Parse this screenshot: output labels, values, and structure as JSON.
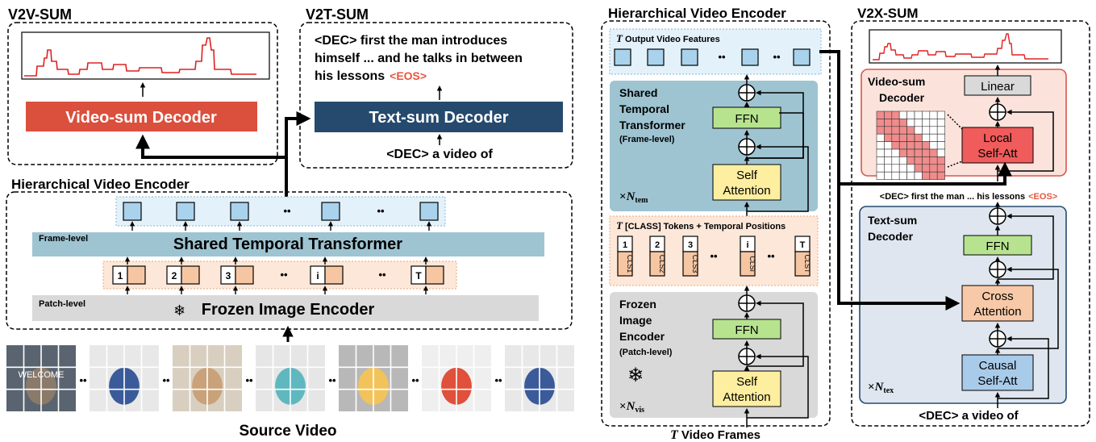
{
  "left": {
    "v2v": {
      "title": "V2V-SUM",
      "decoder": "Video-sum Decoder"
    },
    "v2t": {
      "title": "V2T-SUM",
      "text_line1": "<DEC> first the man introduces",
      "text_line2": "himself ... and he talks in between",
      "text_line3": "his lessons",
      "eos": "<EOS>",
      "decoder": "Text-sum Decoder",
      "prompt": "<DEC> a video of"
    },
    "encoder": {
      "title": "Hierarchical Video Encoder",
      "frame_level": "Frame-level",
      "temporal": "Shared Temporal Transformer",
      "patch_level": "Patch-level",
      "snowflake": "❄",
      "image_encoder": "Frozen Image Encoder",
      "tokens": [
        "1",
        "2",
        "3",
        "i",
        "T"
      ],
      "dots": "••"
    },
    "source": "Source Video",
    "frame_text": "WELCOME"
  },
  "middle": {
    "title": "Hierarchical Video Encoder",
    "out_T": "T",
    "output_label": " Output Video Features",
    "temporal_block": [
      "Shared",
      "Temporal",
      "Transformer"
    ],
    "frame_level": "(Frame-level)",
    "ffn": "FFN",
    "self_att": [
      "Self",
      "Attention"
    ],
    "n_tem_x": "×",
    "n_tem_N": "N",
    "n_tem_sub": "tem",
    "cls_T": "T",
    "cls_label": " [CLASS] Tokens + Temporal Positions",
    "cls_tokens": [
      "1",
      "2",
      "3",
      "i",
      "T"
    ],
    "cls_subs": [
      "1",
      "2",
      "3",
      "i",
      "T"
    ],
    "cls_word": "CLS",
    "image_block": [
      "Frozen",
      "Image",
      "Encoder"
    ],
    "patch_level": "(Patch-level)",
    "snowflake": "❄",
    "n_vis_x": "×",
    "n_vis_N": "N",
    "n_vis_sub": "vis",
    "frames_T": "T",
    "frames_label": " Video Frames",
    "dots": "••"
  },
  "right": {
    "title": "V2X-SUM",
    "video_decoder": [
      "Video-sum",
      "Decoder"
    ],
    "linear": "Linear",
    "local_att": [
      "Local",
      "Self-Att"
    ],
    "dec_text": "<DEC> first the man ... his lessons",
    "eos": "<EOS>",
    "text_decoder": [
      "Text-sum",
      "Decoder"
    ],
    "ffn": "FFN",
    "cross_att": [
      "Cross",
      "Attention"
    ],
    "causal_att": [
      "Causal",
      "Self-Att"
    ],
    "n_tex_x": "×",
    "n_tex_N": "N",
    "n_tex_sub": "tex",
    "prompt": "<DEC> a video of"
  },
  "colors": {
    "video_decoder": "#db4f3d",
    "text_decoder": "#264a6e",
    "temporal_bar": "#9ec4d2",
    "patch_bar": "#d9d9d9",
    "token_blue": "#a9d2ec",
    "token_orange": "#f6c6a3",
    "ffn": "#b7e38f",
    "attention": "#fdeea0",
    "eos_red": "#e8553f",
    "curve_red": "#e02020"
  }
}
